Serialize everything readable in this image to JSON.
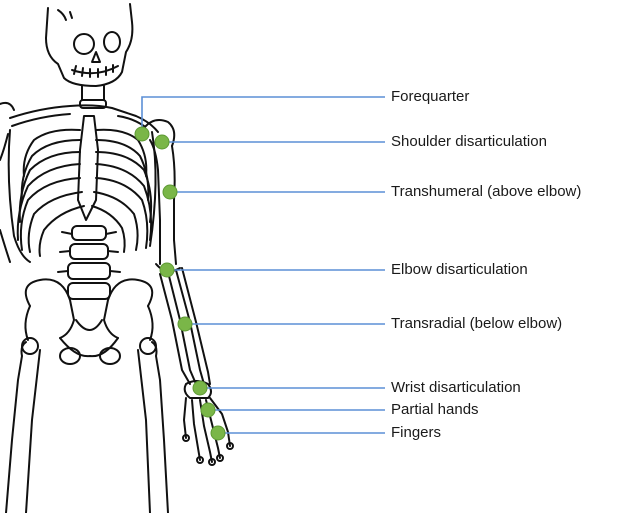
{
  "colors": {
    "leader_line": "#5b8fd6",
    "marker": "#7ab648",
    "outline": "#111111",
    "text": "#1a1a1a"
  },
  "levels": [
    {
      "id": "forequarter",
      "label": "Forequarter",
      "marker_icon": "green-dot"
    },
    {
      "id": "shoulder",
      "label": "Shoulder disarticulation",
      "marker_icon": "green-dot"
    },
    {
      "id": "transhumeral",
      "label": "Transhumeral (above elbow)",
      "marker_icon": "green-dot"
    },
    {
      "id": "elbow",
      "label": "Elbow disarticulation",
      "marker_icon": "green-dot"
    },
    {
      "id": "transradial",
      "label": "Transradial (below elbow)",
      "marker_icon": "green-dot"
    },
    {
      "id": "wrist",
      "label": "Wrist disarticulation",
      "marker_icon": "green-dot"
    },
    {
      "id": "partial-hands",
      "label": "Partial hands",
      "marker_icon": "green-dot"
    },
    {
      "id": "fingers",
      "label": "Fingers",
      "marker_icon": "green-dot"
    }
  ]
}
